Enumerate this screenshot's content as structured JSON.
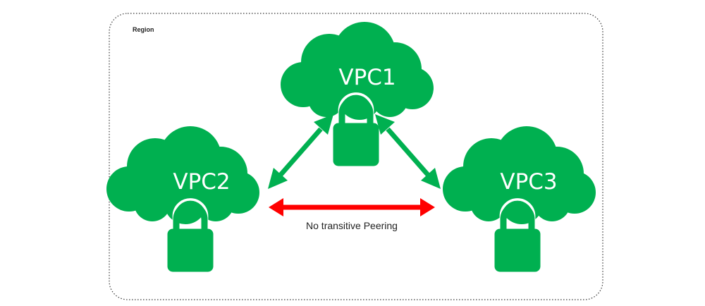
{
  "region": {
    "label": "Region"
  },
  "vpcs": [
    {
      "label": "VPC1"
    },
    {
      "label": "VPC2"
    },
    {
      "label": "VPC3"
    }
  ],
  "links": {
    "no_transitive_label": "No transitive Peering"
  },
  "colors": {
    "cloud": "#00B050",
    "peering_arrow": "#00B050",
    "blocked_arrow": "#FF0000",
    "region_border": "#333333"
  },
  "icons": {
    "vpc": "cloud-icon",
    "security": "lock-icon"
  }
}
